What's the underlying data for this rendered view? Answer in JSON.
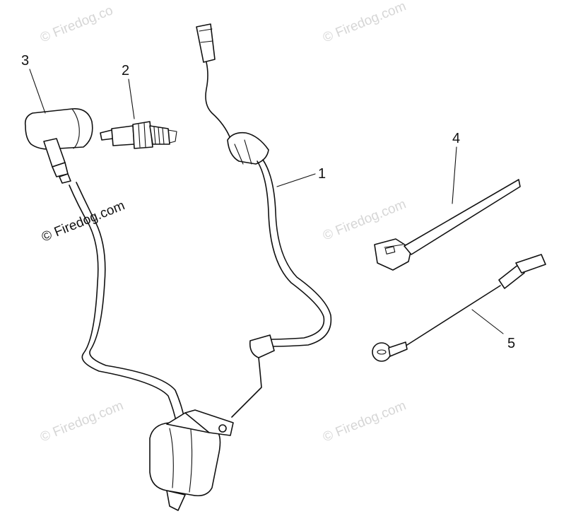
{
  "callouts": [
    {
      "id": "1",
      "label": "1"
    },
    {
      "id": "2",
      "label": "2"
    },
    {
      "id": "3",
      "label": "3"
    },
    {
      "id": "4",
      "label": "4"
    },
    {
      "id": "5",
      "label": "5"
    }
  ],
  "watermark": {
    "text": "© Firedog.com",
    "text_short": "© Firedog.co"
  },
  "colors": {
    "line": "#111111",
    "watermark": "#d6d6d6",
    "background": "#ffffff"
  }
}
